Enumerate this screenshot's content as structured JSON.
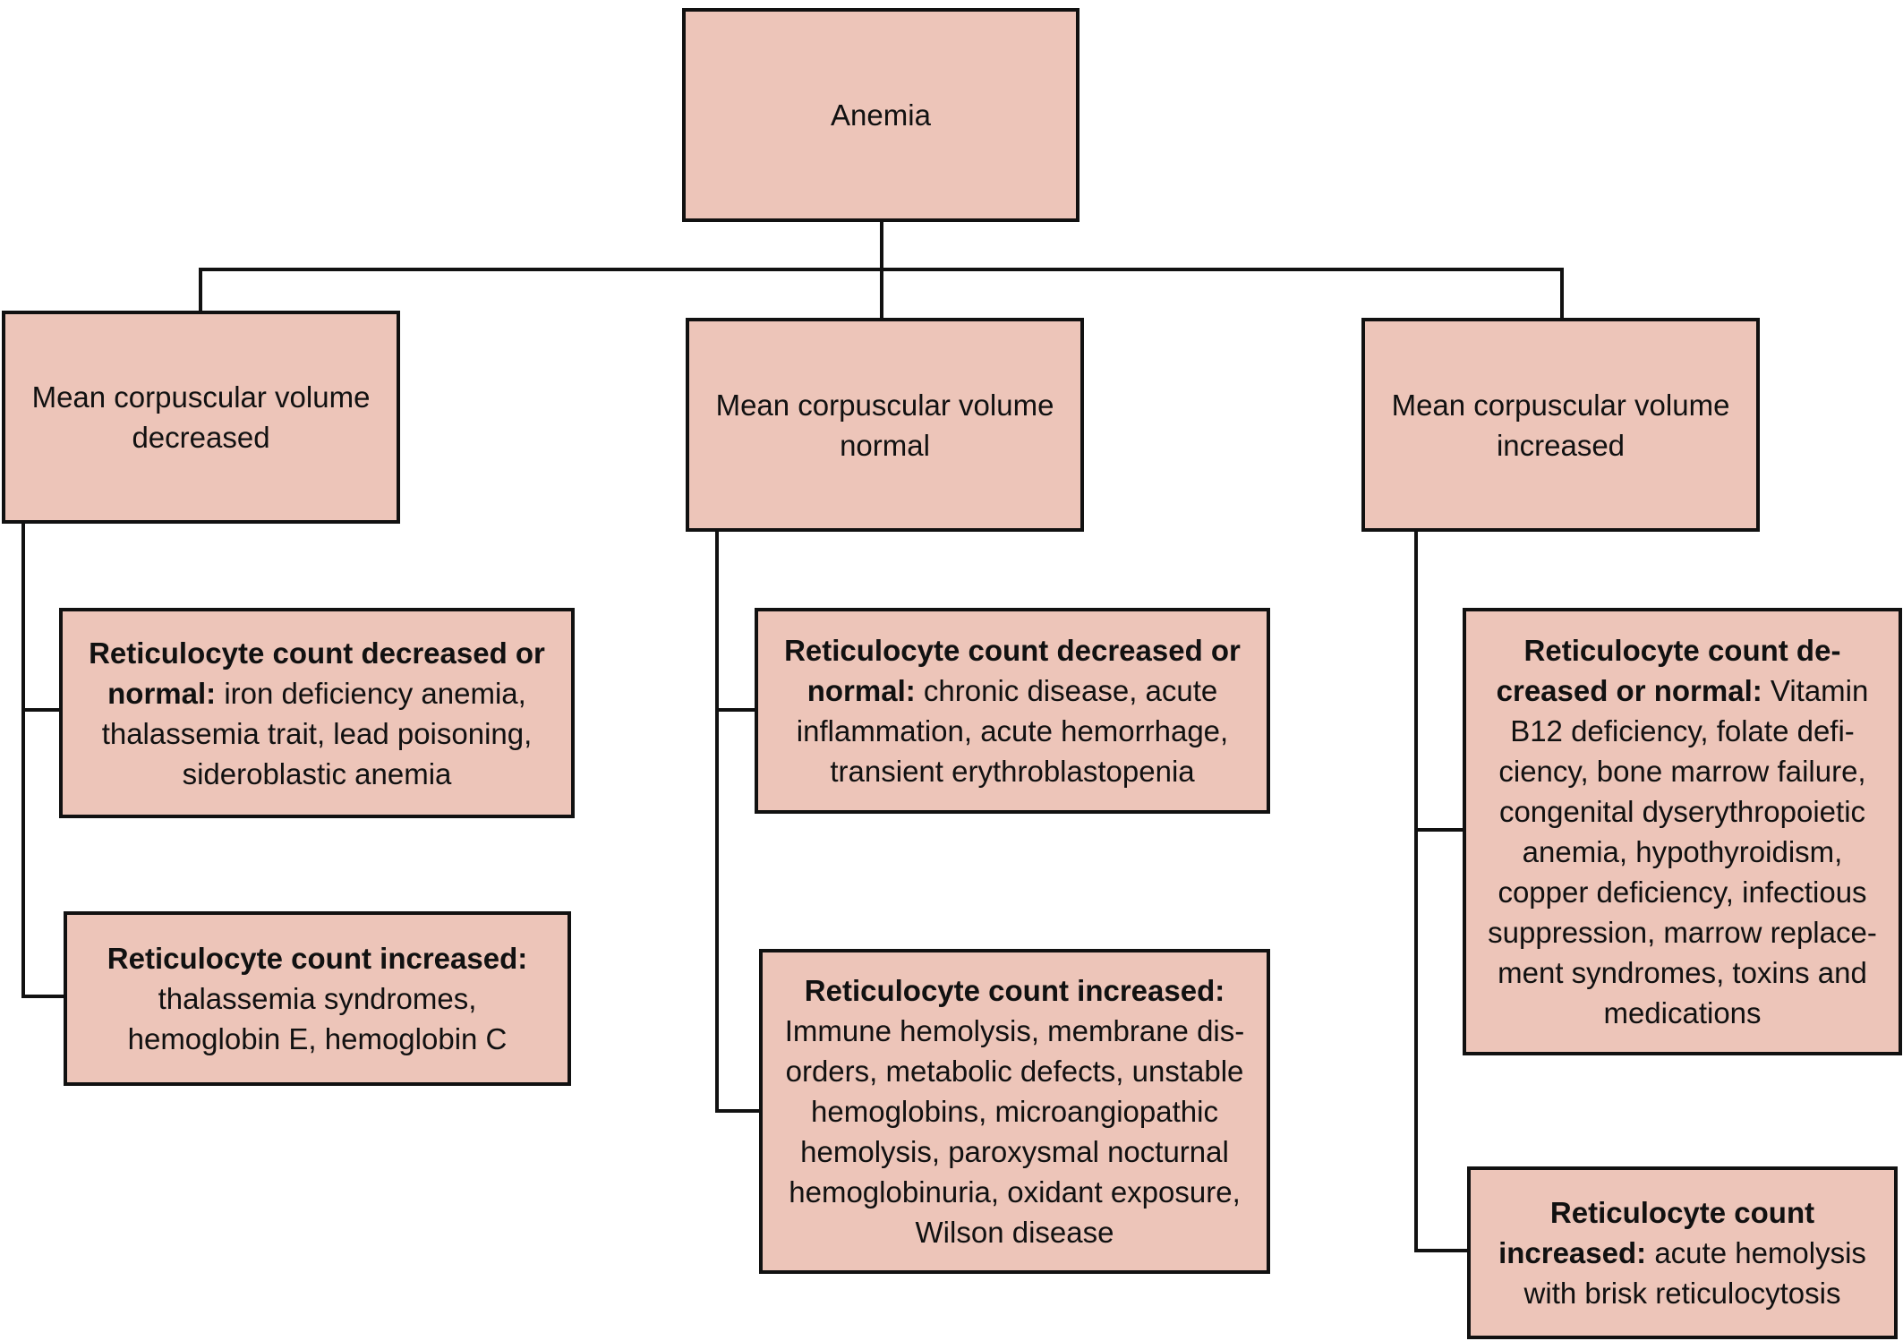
{
  "diagram": {
    "title": "Anemia",
    "colors": {
      "box_fill": "#EDC5B9",
      "line": "#111111"
    },
    "root": {
      "label": "Anemia"
    },
    "branches": [
      {
        "label": "Mean corpuscular volume decreased",
        "children": [
          {
            "bold": "Reticulocyte count decreased or normal:",
            "text": " iron deficiency anemia, thalassemia trait, lead poisoning, sideroblastic anemia"
          },
          {
            "bold": "Reticulocyte count increased:",
            "text": " thalassemia syndromes, hemoglobin E, hemoglobin C"
          }
        ]
      },
      {
        "label": "Mean corpuscular volume normal",
        "children": [
          {
            "bold": "Reticulocyte count decreased or normal:",
            "text": " chronic disease, acute inflammation, acute hemorrhage, transient erythroblastopenia"
          },
          {
            "bold": "Reticulocyte count increased:",
            "text": " Immune hemolysis, membrane dis-orders, metabolic defects, unstable hemoglobins, microangiopathic hemolysis, paroxysmal nocturnal hemoglobinuria, oxidant exposure, Wilson disease"
          }
        ]
      },
      {
        "label": "Mean corpuscular volume increased",
        "children": [
          {
            "bold": "Reticulocyte count de-creased or normal:",
            "text": " Vitamin B12 deficiency, folate defi-ciency, bone marrow failure, congenital dyserythropoietic anemia, hypothyroidism, copper deficiency, infectious suppression, marrow replace-ment syndromes, toxins and medications"
          },
          {
            "bold": "Reticulocyte count increased:",
            "text": " acute hemolysis with brisk reticulocytosis"
          }
        ]
      }
    ]
  }
}
